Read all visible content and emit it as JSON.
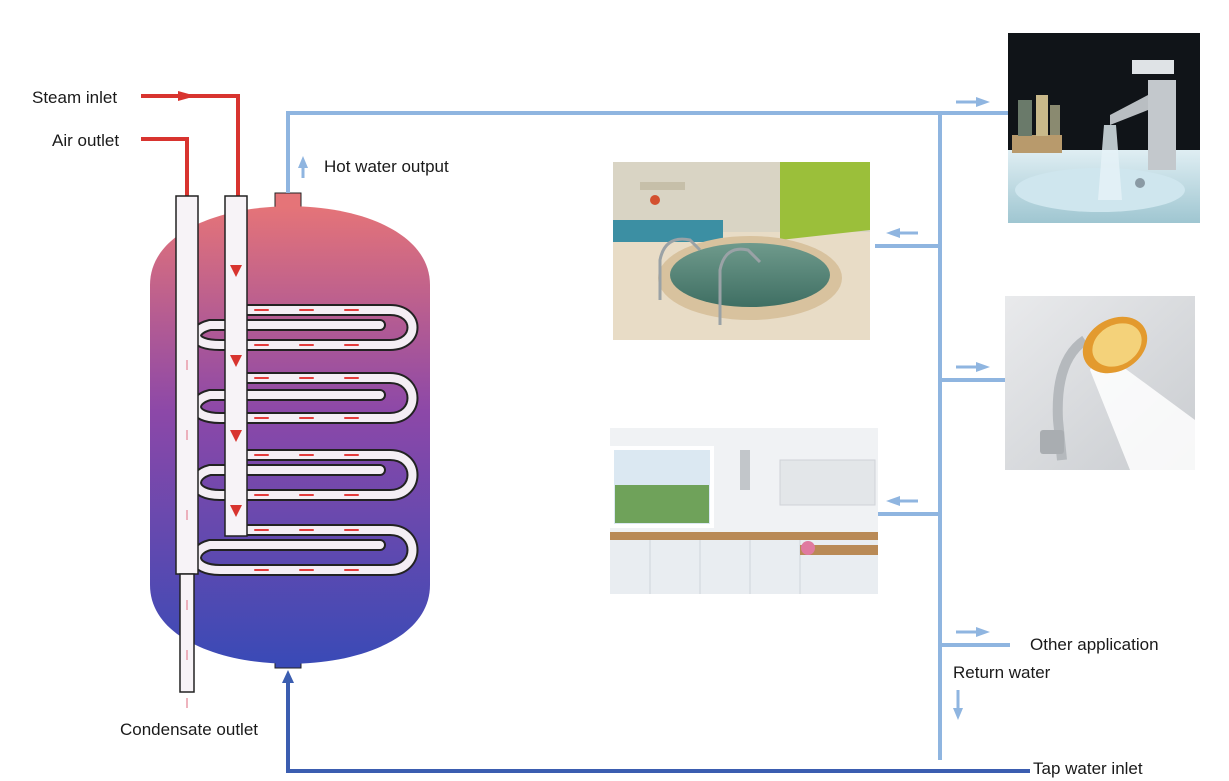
{
  "labels": {
    "steam_inlet": "Steam inlet",
    "air_outlet": "Air outlet",
    "hot_water_output": "Hot water output",
    "condensate_outlet": "Condensate outlet",
    "other_application": "Other application",
    "return_water": "Return water",
    "tap_water_inlet": "Tap water inlet"
  },
  "icons": {
    "tank": "storage-tank-icon",
    "pool": "hot-tub-pool-icon",
    "faucet": "basin-faucet-icon",
    "shower": "shower-head-icon",
    "kitchen": "kitchen-icon"
  },
  "colors": {
    "steam_pipe": "#d8342f",
    "hot_water_pipe": "#8fb5e0",
    "inlet_pipe": "#3b5db0",
    "tank_top": "#e57478",
    "tank_mid": "#8c48a8",
    "tank_bottom": "#3a4ab6"
  }
}
